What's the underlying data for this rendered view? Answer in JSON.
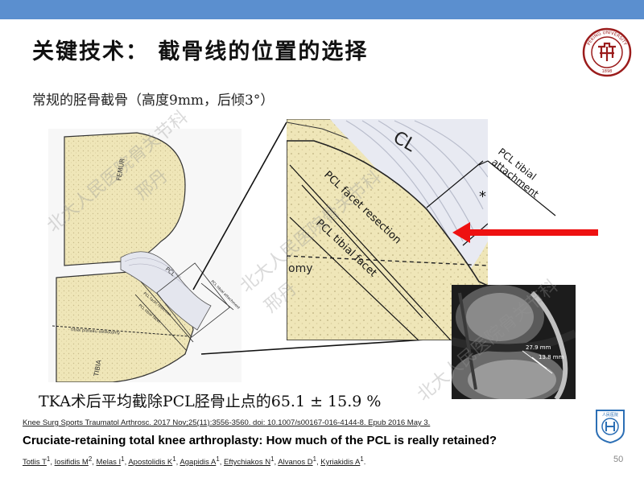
{
  "slide": {
    "title": "关键技术： 截骨线的位置的选择",
    "subtitle": "常规的胫骨截骨（高度9mm，后倾3°）",
    "result": "TKA术后平均截除PCL胫骨止点的65.1 ± 15.9 %",
    "page_number": "50"
  },
  "figure": {
    "small": {
      "femur": "FEMUR",
      "tibia": "TIBIA",
      "pcl": "PCL",
      "pcl_facet_resection": "PCL facet resection",
      "pcl_tibial_facet": "PCL tibial facet",
      "tibial_osteotomy": "tibial plateau osteotomy",
      "pcl_attachment": "PCL tibial attachment"
    },
    "zoom": {
      "pcl": "CL",
      "pcl_tibial_attachment_1": "PCL tibial",
      "pcl_tibial_attachment_2": "attachment",
      "pcl_facet_resection": "PCL facet resection",
      "pcl_tibial_facet": "PCL tibial facet",
      "osteotomy": "omy",
      "asterisk": "*"
    },
    "mri": {
      "measure_1": "27.9 mm",
      "measure_2": "13.8 mm"
    },
    "arrow_color": "#ee1111"
  },
  "citation": {
    "journal": "Knee Surg Sports Traumatol Arthrosc. 2017 Nov;25(11):3556-3560. doi: 10.1007/s00167-016-4144-8. Epub 2016 May 3.",
    "paper_title": "Cruciate-retaining total knee arthroplasty: How much of the PCL is really retained?",
    "authors": [
      "Totlis T",
      "Iosifidis M",
      "Melas I",
      "Apostolidis K",
      "Agapidis A",
      "Eftychiakos N",
      "Alvanos D",
      "Kyriakidis A"
    ],
    "author_sup": [
      "1",
      "2",
      "1",
      "1",
      "1",
      "1",
      "1",
      "1"
    ]
  },
  "watermark": {
    "line1": "北大人民医院骨关节科",
    "line2": "邢丹"
  },
  "logos": {
    "pku_text": "PEKING UNIVERSITY",
    "pku_year": "1898",
    "hospital_text": "人民医院"
  },
  "colors": {
    "top_bar": "#5b8fcf",
    "bone": "#efe6b8",
    "pku_red": "#9b1c1c",
    "hospital_blue": "#2c6fb5"
  }
}
